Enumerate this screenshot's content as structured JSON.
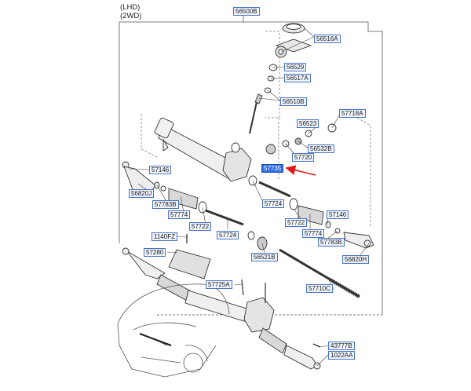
{
  "header": {
    "line1": "(LHD)",
    "line2": "(2WD)"
  },
  "labels": {
    "top": "56500B",
    "p56516A": "56516A",
    "p56529": "56529",
    "p56517A": "56517A",
    "p56510B": "56510B",
    "p57718A": "57718A",
    "p56523": "56523",
    "p56532B": "56532B",
    "p57720": "57720",
    "p57146_left": "57146",
    "p56820J": "56820J",
    "p57783B_left": "57783B",
    "p57774_left": "57774",
    "p57722_left": "57722",
    "p57724_left": "57724",
    "p1140FZ": "1140FZ",
    "p57280": "57280",
    "p57724_right": "57724",
    "p57722_right": "57722",
    "p57774_right": "57774",
    "p57146_right": "57146",
    "p57783B_right": "57783B",
    "p56820H": "56820H",
    "p56521B": "56521B",
    "p57710C": "57710C",
    "p57725A": "57725A",
    "p43777B": "43777B",
    "p1022AA": "1022AA",
    "highlighted": "57735"
  },
  "colors": {
    "label_border": "#4a74c6",
    "label_fill": "#eef3fc",
    "highlight": "#2f6de0",
    "arrow": "#e01818"
  }
}
